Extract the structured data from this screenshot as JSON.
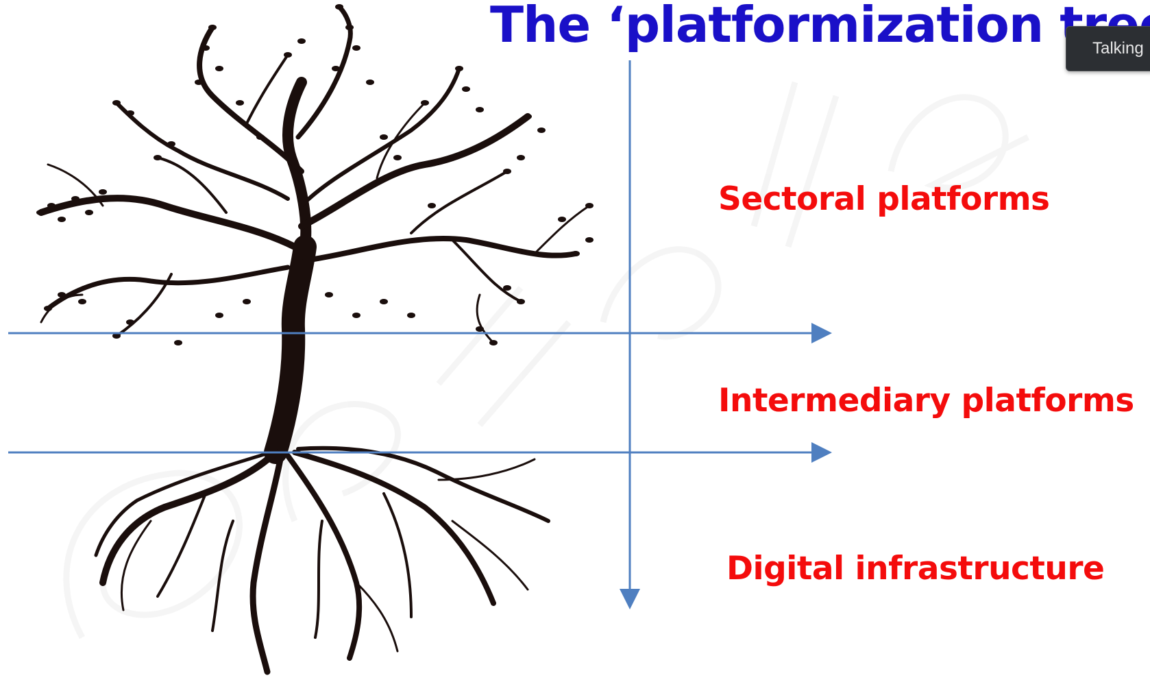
{
  "slide": {
    "title": "The ‘platformization tree’",
    "layers": [
      {
        "label": "Sectoral platforms"
      },
      {
        "label": "Intermediary platforms"
      },
      {
        "label": "Digital infrastructure"
      }
    ]
  },
  "overlay": {
    "tooltip_text": "Talking"
  },
  "colors": {
    "title": "#1a10c8",
    "labels": "#f40c0c",
    "axes": "#4f7fc0",
    "tree": "#1a0e0c",
    "tooltip_bg": "#2c2f33"
  },
  "icons": {
    "tree": "tree-with-roots-illustration"
  }
}
